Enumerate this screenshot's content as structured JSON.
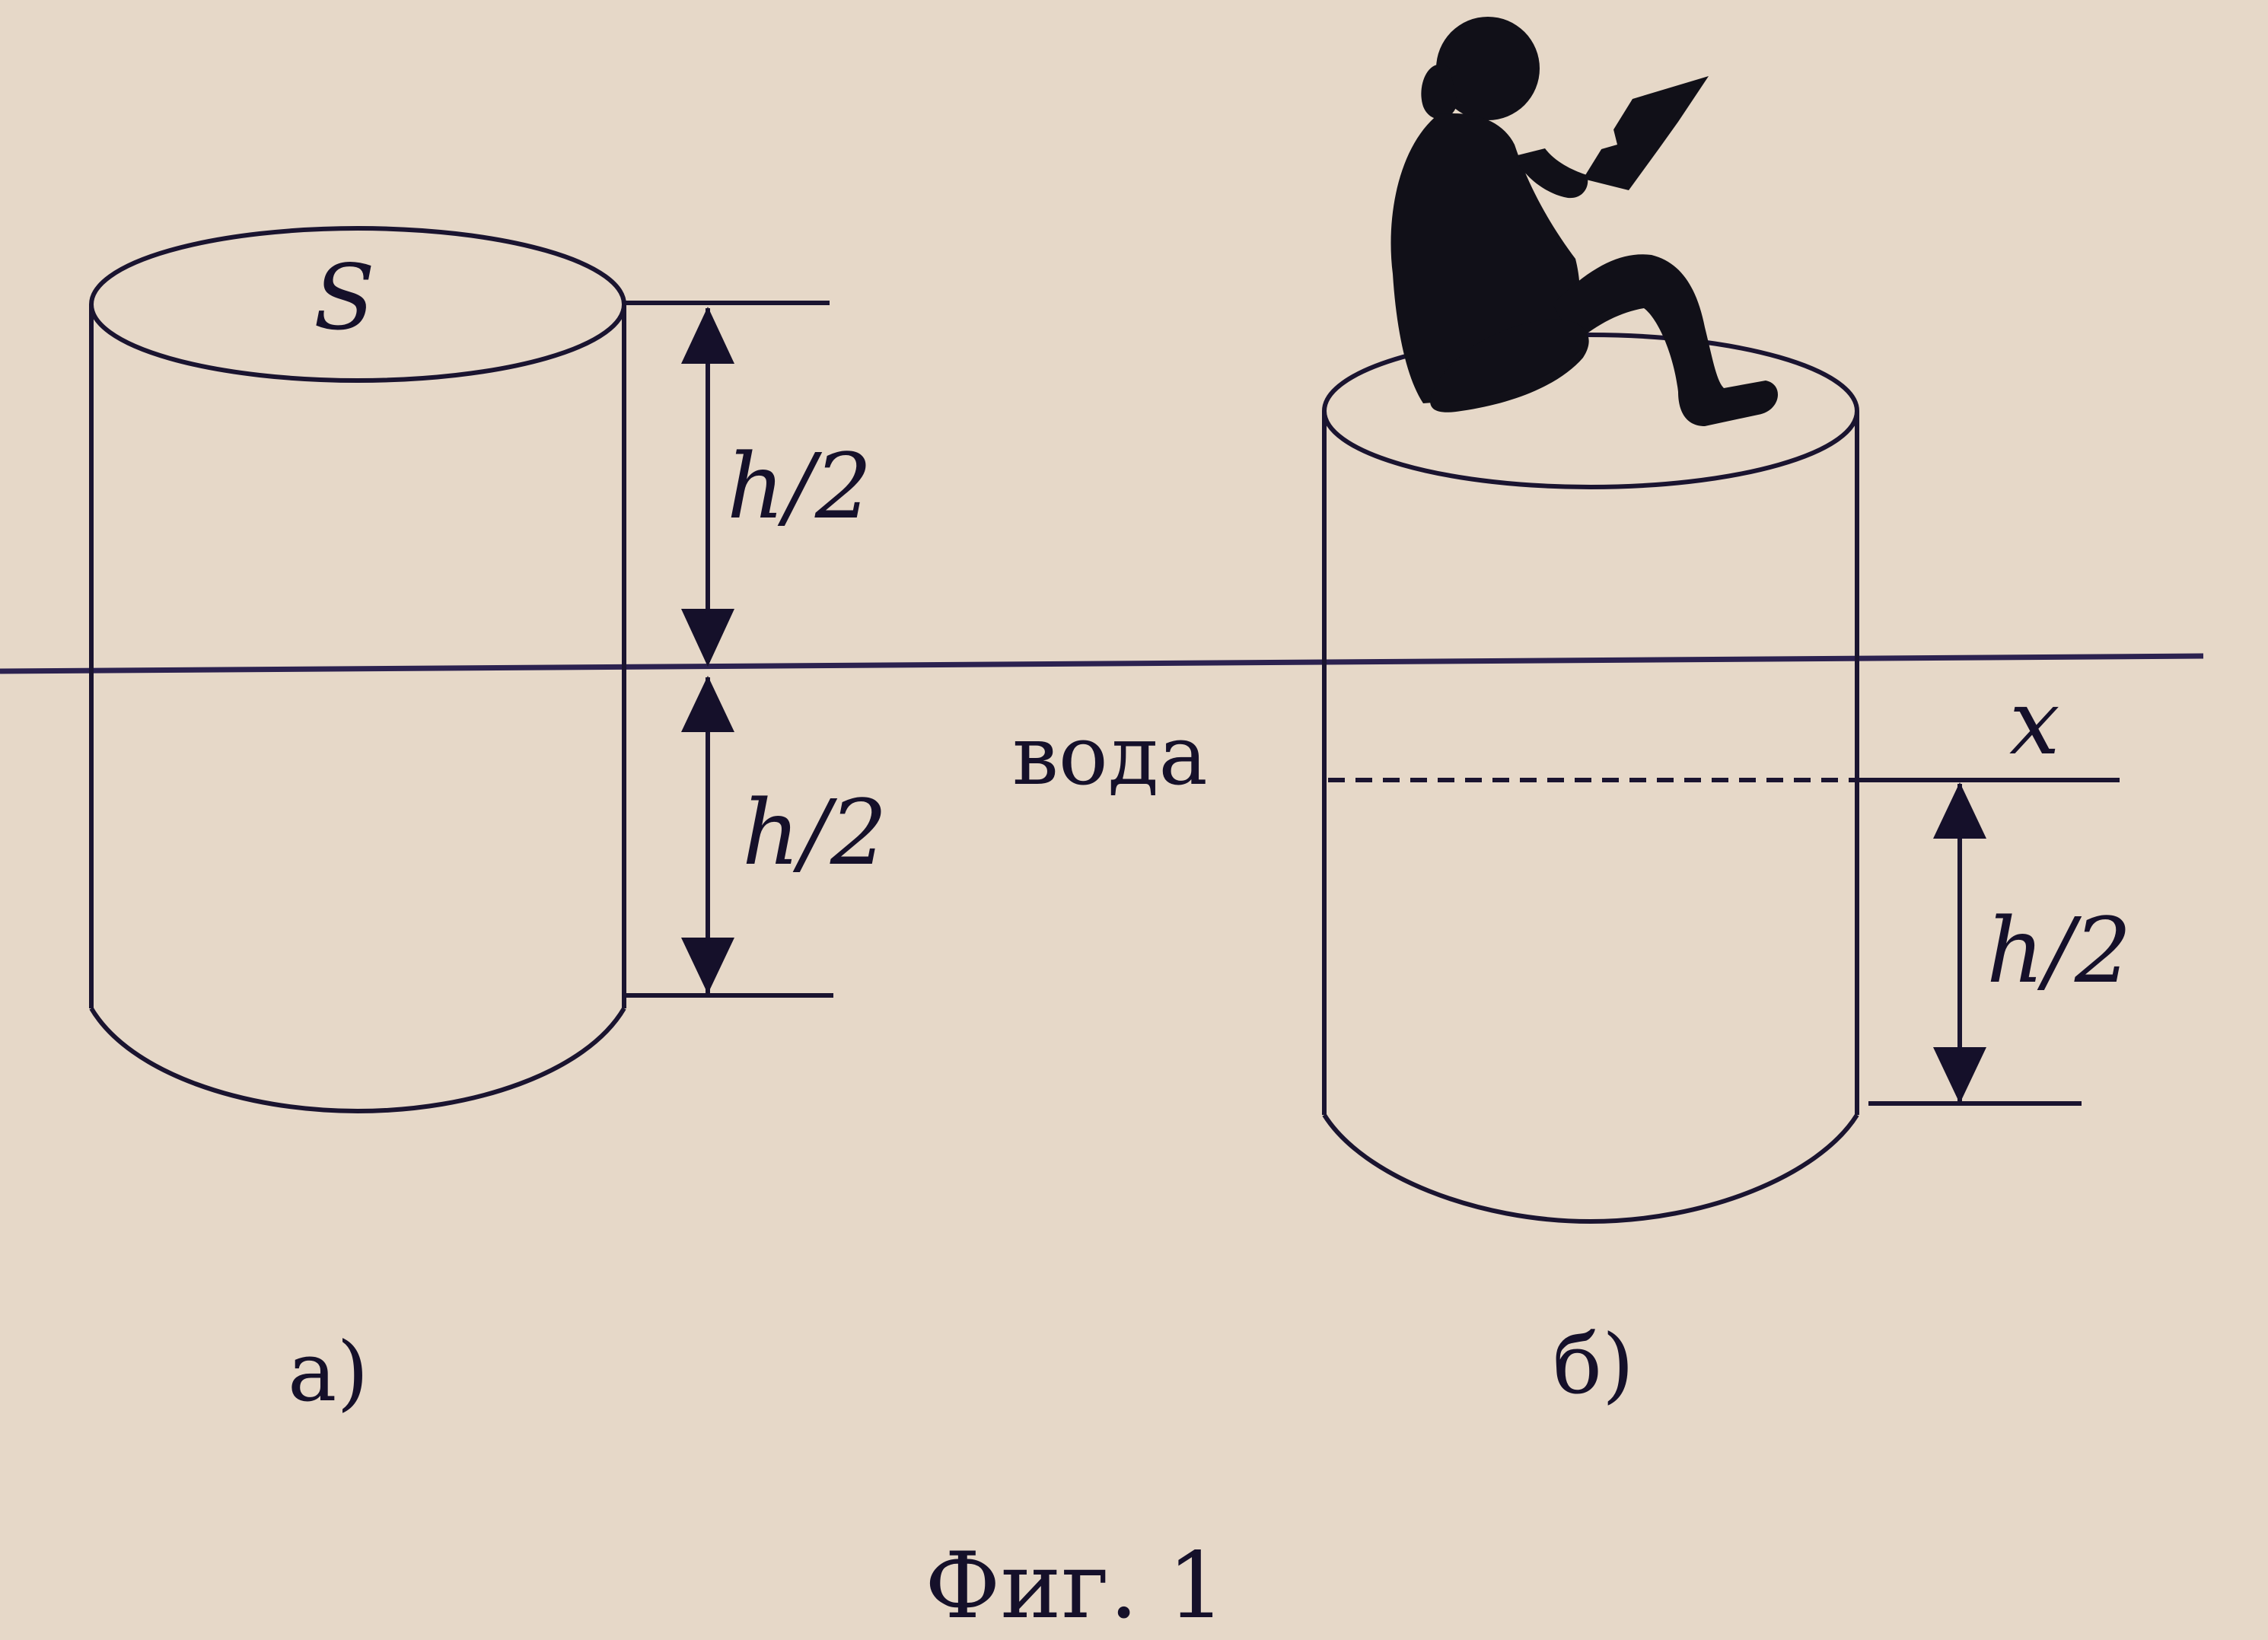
{
  "diagram": {
    "caption": "Фиг. 1",
    "water_label": "вода",
    "panel_a": {
      "label": "а)",
      "area_label": "S",
      "upper_dimension": "h/2",
      "lower_dimension": "h/2"
    },
    "panel_b": {
      "label": "б)",
      "displacement_label": "x",
      "lower_dimension": "h/2",
      "figure_on_top": "reading-child-silhouette"
    }
  },
  "colors": {
    "paper": "#e6d8c8",
    "ink": "#1a1430",
    "water_line": "#2c2250"
  }
}
